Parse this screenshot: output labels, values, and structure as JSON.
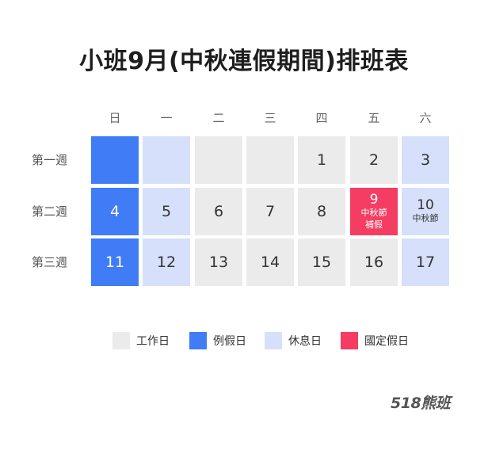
{
  "title": "小班9月(中秋連假期間)排班表",
  "day_headers": [
    "日",
    "一",
    "二",
    "三",
    "四",
    "五",
    "六"
  ],
  "week_labels": [
    "第一週",
    "第二週",
    "第三週"
  ],
  "weeks": [
    [
      {
        "day": "",
        "type": "sunday"
      },
      {
        "day": "",
        "type": "rest"
      },
      {
        "day": "",
        "type": "work"
      },
      {
        "day": "",
        "type": "work"
      },
      {
        "day": "1",
        "type": "work"
      },
      {
        "day": "2",
        "type": "work"
      },
      {
        "day": "3",
        "type": "rest"
      }
    ],
    [
      {
        "day": "4",
        "type": "sunday"
      },
      {
        "day": "5",
        "type": "rest"
      },
      {
        "day": "6",
        "type": "work"
      },
      {
        "day": "7",
        "type": "work"
      },
      {
        "day": "8",
        "type": "work"
      },
      {
        "day": "9",
        "type": "holiday",
        "note": [
          "中秋節",
          "補假"
        ]
      },
      {
        "day": "10",
        "type": "rest",
        "note": [
          "中秋節"
        ]
      }
    ],
    [
      {
        "day": "11",
        "type": "sunday"
      },
      {
        "day": "12",
        "type": "rest"
      },
      {
        "day": "13",
        "type": "work"
      },
      {
        "day": "14",
        "type": "work"
      },
      {
        "day": "15",
        "type": "work"
      },
      {
        "day": "16",
        "type": "work"
      },
      {
        "day": "17",
        "type": "rest"
      }
    ]
  ],
  "legend": [
    {
      "label": "工作日",
      "color": "#ebebec"
    },
    {
      "label": "例假日",
      "color": "#3f7cf6"
    },
    {
      "label": "休息日",
      "color": "#d6e0fb"
    },
    {
      "label": "國定假日",
      "color": "#f53d63"
    }
  ],
  "brand": "518熊班"
}
